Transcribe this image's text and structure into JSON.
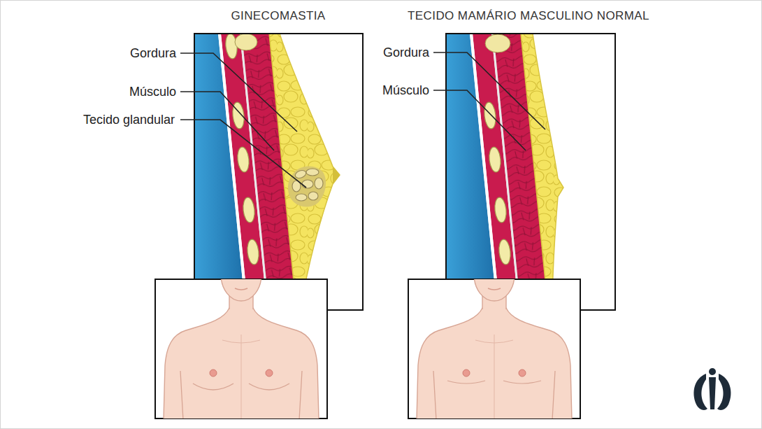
{
  "diagram": {
    "nodes": [
      {
        "text": [
          "GINECOMASTIA"
        ]
      },
      {
        "text": [
          "TECIDO MAMÁRIO MASCULINO NORMAL"
        ]
      }
    ],
    "labels": [
      "Gordura",
      "Músculo",
      "Tecido glandular",
      "Gordura",
      "Músculo"
    ]
  }
}
